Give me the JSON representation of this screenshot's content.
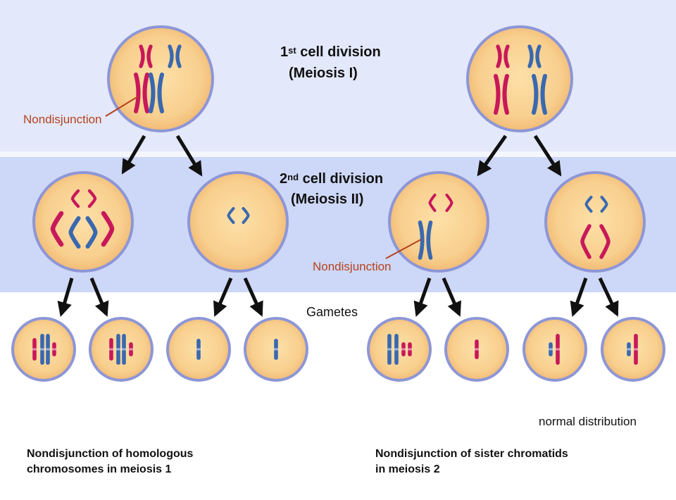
{
  "header1": {
    "ordinal": "1",
    "suffix": "st",
    "text": "cell division",
    "sub": "(Meiosis I)"
  },
  "header2": {
    "ordinal": "2",
    "suffix": "nd",
    "text": "cell division",
    "sub": "(Meiosis II)"
  },
  "gametes": "Gametes",
  "nondisjunction": "Nondisjunction",
  "normal": "normal distribution",
  "caption_left": {
    "line1": "Nondisjunction of homologous",
    "line2": "chromosomes in meiosis 1"
  },
  "caption_right": {
    "line1": "Nondisjunction of sister chromatids",
    "line2": "in meiosis 2"
  },
  "colors": {
    "maternal": "#c8185a",
    "paternal": "#3a68b0",
    "cell_fill": "#f7cc8a",
    "cell_border": "#8d96d6",
    "band_top": "#e3e8fa",
    "band_mid": "#cdd7f7",
    "label_accent": "#b5421d"
  }
}
